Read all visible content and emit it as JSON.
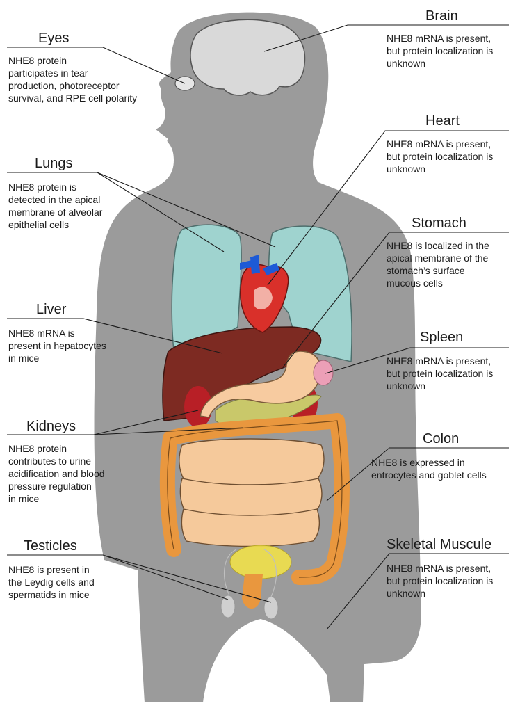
{
  "organs": [
    {
      "id": "eyes",
      "title": "Eyes",
      "lines": [
        "NHE8 protein",
        "participates in tear",
        "production, photoreceptor",
        "survival, and RPE cell polarity"
      ]
    },
    {
      "id": "brain",
      "title": "Brain",
      "lines": [
        "NHE8 mRNA is present,",
        "but protein localization is",
        "unknown"
      ]
    },
    {
      "id": "heart",
      "title": "Heart",
      "lines": [
        "NHE8 mRNA is present,",
        "but protein localization is",
        "unknown"
      ]
    },
    {
      "id": "lungs",
      "title": "Lungs",
      "lines": [
        "NHE8 protein is",
        "detected in the apical",
        "membrane of alveolar",
        "epithelial cells"
      ]
    },
    {
      "id": "stomach",
      "title": "Stomach",
      "lines": [
        "NHE8 is localized in the",
        "apical membrane of the",
        "stomach’s surface",
        "mucous cells"
      ]
    },
    {
      "id": "liver",
      "title": "Liver",
      "lines": [
        "NHE8 mRNA is",
        "present in hepatocytes",
        "in mice"
      ]
    },
    {
      "id": "spleen",
      "title": "Spleen",
      "lines": [
        "NHE8 mRNA is present,",
        "but protein localization is",
        "unknown"
      ]
    },
    {
      "id": "kidneys",
      "title": "Kidneys",
      "lines": [
        "NHE8 protein",
        "contributes to urine",
        "acidification and blood",
        "pressure regulation",
        "in mice"
      ]
    },
    {
      "id": "colon",
      "title": "Colon",
      "lines": [
        "NHE8 is expressed in",
        "entrocytes and goblet cells"
      ]
    },
    {
      "id": "testicles",
      "title": "Testicles",
      "lines": [
        "NHE8 is present in",
        "the Leydig cells and",
        "spermatids in mice"
      ]
    },
    {
      "id": "skeletal-muscle",
      "title": "Skeletal Muscule",
      "lines": [
        "NHE8 mRNA is present,",
        "but protein localization is",
        "unknown"
      ]
    }
  ],
  "colors": {
    "body": "#9b9b9b",
    "brain": "#d9d9d9",
    "lung": "#9fd3cf",
    "liver": "#7d2a22",
    "heart": "#d9302a",
    "vessel": "#1e5ad6",
    "stomach": "#f7cba0",
    "intestine": "#f5c99b",
    "colon": "#e9973e",
    "kidney": "#b81f26",
    "pancreas": "#c9c86a",
    "spleen": "#ec9fb7",
    "bladder": "#f1e14a",
    "testis": "#d0d0d0",
    "line": "#1a1a1a"
  }
}
